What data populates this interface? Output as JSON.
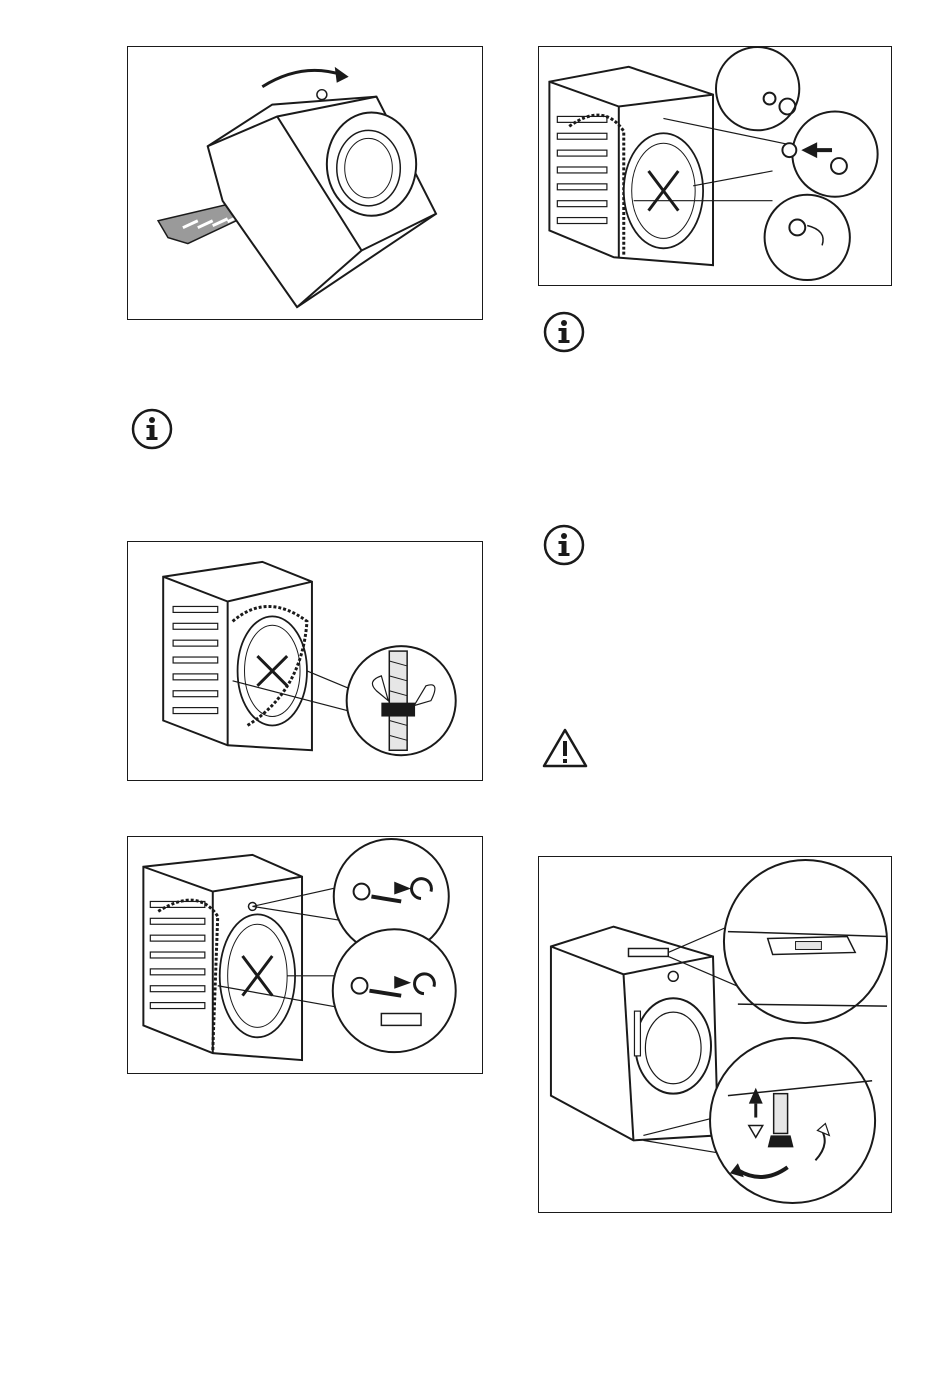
{
  "colors": {
    "line": "#1a1a1a",
    "shade": "#9a9a9a",
    "light": "#e6e6e6",
    "paper": "#ffffff"
  },
  "icons": [
    "info-icon",
    "info-icon",
    "info-icon",
    "warning-icon"
  ],
  "figures": [
    "tilt-machine-remove-foam-base",
    "cut-plastic-ties-on-hoses",
    "unscrew-transit-bolts",
    "insert-plastic-caps-into-holes",
    "level-machine-adjust-feet"
  ]
}
